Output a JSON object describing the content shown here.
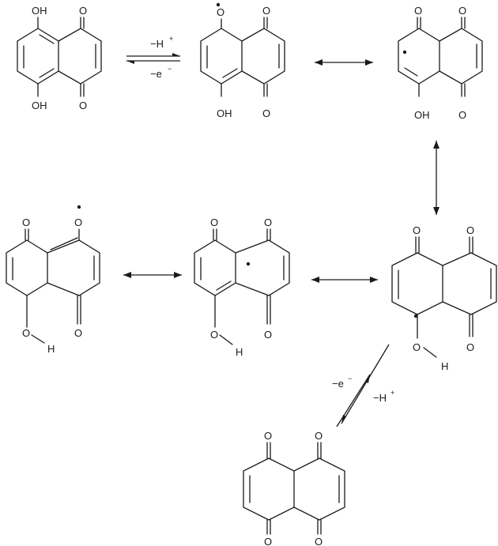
{
  "atoms": {
    "oh": "OH",
    "o": "O",
    "h": "H"
  },
  "labels": {
    "minus_h": "−H",
    "plus": "+",
    "minus_e": "−e",
    "minus": "−"
  },
  "colors": {
    "ink": "#1a1a1a",
    "background": "#ffffff"
  }
}
